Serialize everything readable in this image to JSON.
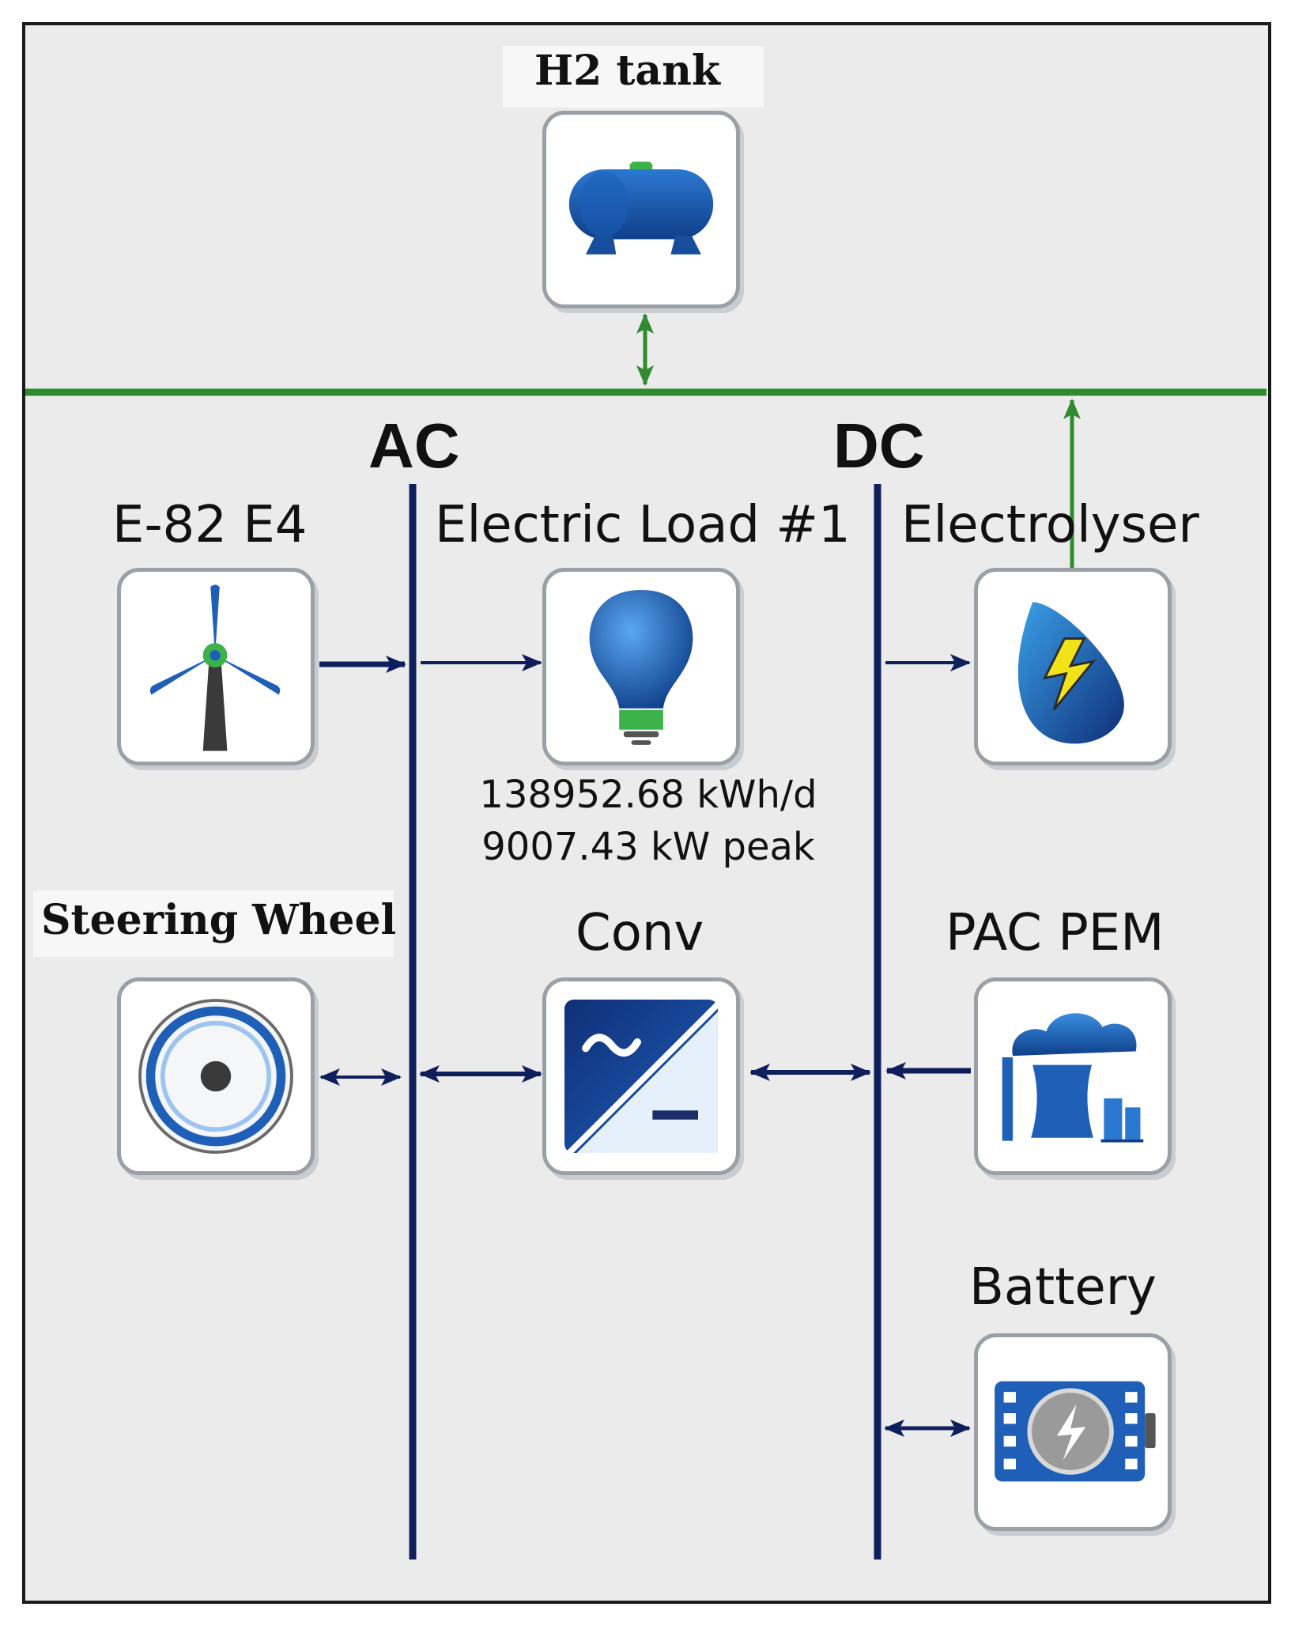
{
  "buses": {
    "ac_label": "AC",
    "dc_label": "DC"
  },
  "components": {
    "h2_tank": {
      "label": "H2 tank",
      "icon": "h2-tank-icon"
    },
    "wind_turbine": {
      "label": "E-82 E4",
      "icon": "wind-turbine-icon"
    },
    "electric_load": {
      "label": "Electric Load #1",
      "icon": "light-bulb-icon",
      "energy": "138952.68 kWh/d",
      "peak": "9007.43 kW peak"
    },
    "electrolyser": {
      "label": "Electrolyser",
      "icon": "electrolyser-icon"
    },
    "steering_wheel": {
      "label": "Steering Wheel",
      "icon": "flywheel-icon"
    },
    "converter": {
      "label": "Conv",
      "icon": "converter-icon"
    },
    "fuel_cell": {
      "label": "PAC PEM",
      "icon": "fuel-cell-icon"
    },
    "battery": {
      "label": "Battery",
      "icon": "battery-icon"
    }
  },
  "colors": {
    "hydrogen_line": "#2e8b2e",
    "electric_bus": "#0f1f5c",
    "icon_blue": "#1f5fb8",
    "frame_background": "#ebebeb"
  }
}
